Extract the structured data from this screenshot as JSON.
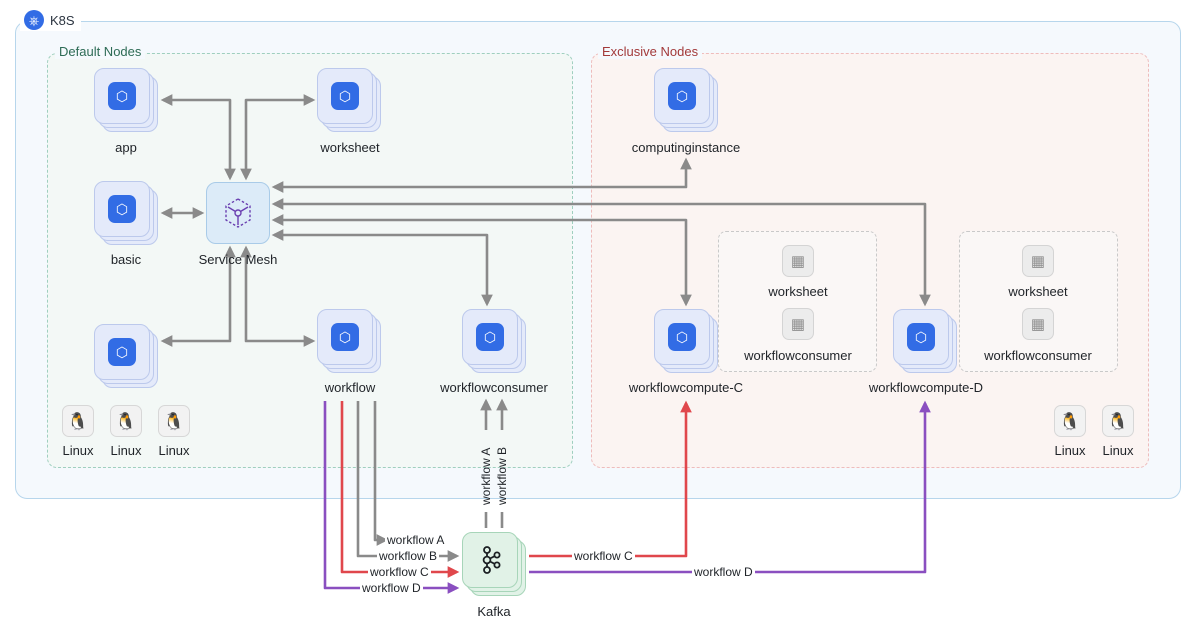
{
  "cluster": {
    "title": "K8S",
    "icon": "kubernetes-wheel-icon"
  },
  "zones": {
    "default": "Default Nodes",
    "exclusive": "Exclusive Nodes"
  },
  "nodes": {
    "app": "app",
    "worksheet": "worksheet",
    "basic": "basic",
    "service_mesh": "Service Mesh",
    "workflow": "workflow",
    "workflowconsumer": "workflowconsumer",
    "computinginstance": "computinginstance",
    "workflowcompute_c": "workflowcompute-C",
    "workflowcompute_d": "workflowcompute-D",
    "kafka": "Kafka"
  },
  "sub_groups": {
    "c": {
      "worksheet": "worksheet",
      "workflowconsumer": "workflowconsumer"
    },
    "d": {
      "worksheet": "worksheet",
      "workflowconsumer": "workflowconsumer"
    }
  },
  "os_labels": {
    "default": [
      "Linux",
      "Linux",
      "Linux"
    ],
    "exclusive": [
      "Linux",
      "Linux"
    ]
  },
  "edge_labels": {
    "wf_a": "workflow A",
    "wf_b": "workflow B",
    "wf_c": "workflow C",
    "wf_d": "workflow D",
    "kafka_to_consumer_a": "workflow A",
    "kafka_to_consumer_b": "workflow B",
    "kafka_to_compute_c": "workflow C",
    "kafka_to_compute_d": "workflow D"
  },
  "colors": {
    "gray_edge": "#8a8a8a",
    "red_edge": "#e0474c",
    "purple_edge": "#8a4fc0",
    "k8s_blue": "#326ce5"
  }
}
